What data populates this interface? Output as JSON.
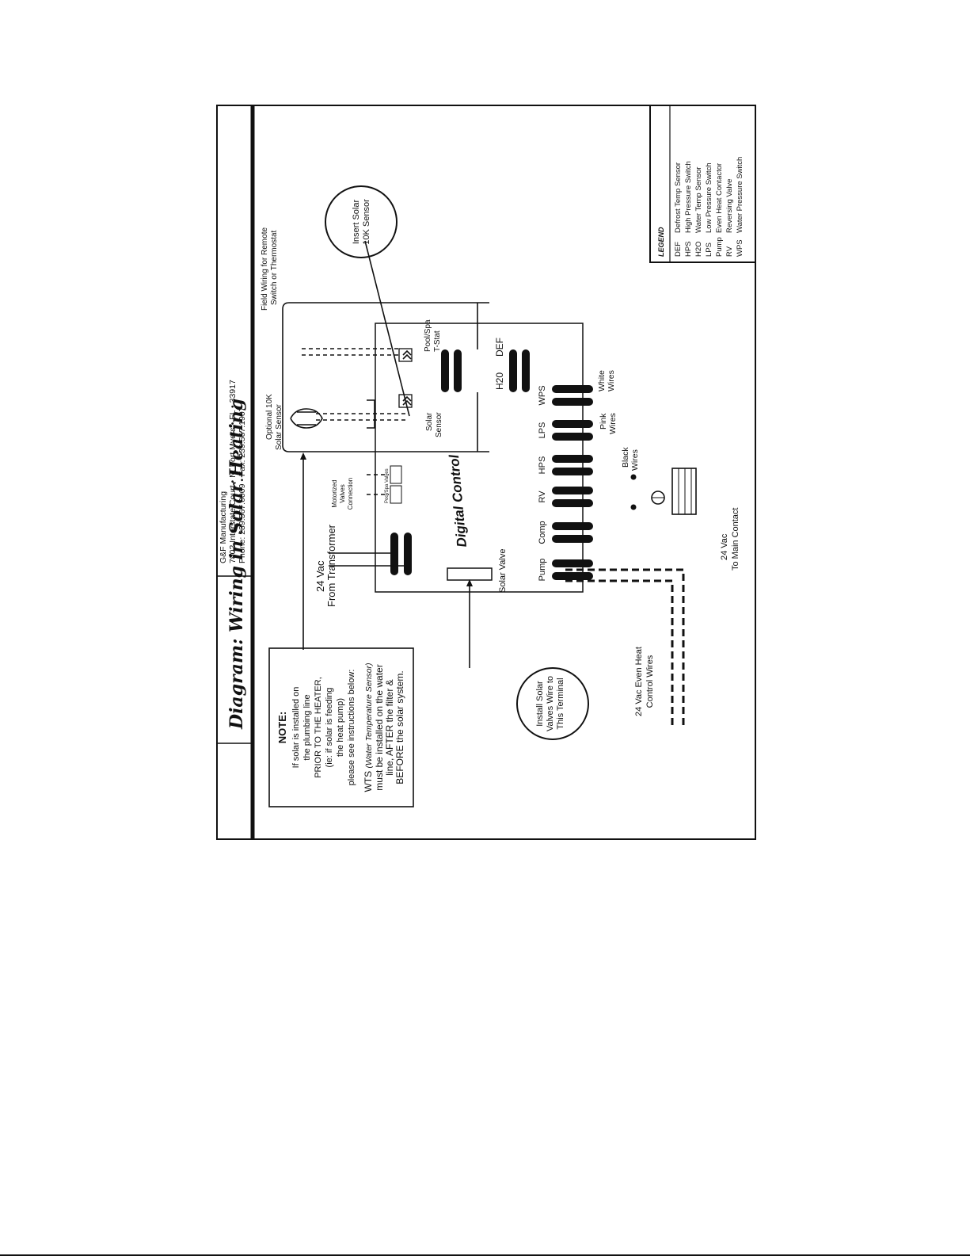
{
  "title": "Diagram: Wiring in Solar Heating",
  "company": {
    "name": "G&F Manufacturing",
    "address": "7902 Interstate Court • N. Fort Myers • FL • 33917",
    "phone": "Phone: 239.567.0009 • Fax: 239.567.1907"
  },
  "note": {
    "heading": "NOTE:",
    "lines": [
      "If solar is installed on",
      "the plumbing line",
      "PRIOR TO THE HEATER,",
      "(ie: if solar is feeding",
      "the heat pump)",
      "please see instructions below:"
    ],
    "wts_prefix": "WTS",
    "wts_italic": "(Water Temperature Sensor)",
    "wts_lines": [
      "must be installed on the water",
      "line, AFTER the filter &",
      "BEFORE the solar system."
    ]
  },
  "labels": {
    "transformer": [
      "24 Vac",
      "From Transformer"
    ],
    "motorized": [
      "Motorized",
      "Valves",
      "Connection"
    ],
    "pool_spa_valves": "Pool/Spa Valves",
    "optional_sensor": [
      "Optional 10K",
      "Solar Sensor"
    ],
    "field_wiring": [
      "Field Wiring for Remote",
      "Switch or Thermostat"
    ],
    "insert_solar": [
      "Insert Solar",
      "10K Sensor"
    ],
    "install_solar": [
      "Install Solar",
      "Valves Wire to",
      "This Terminal"
    ],
    "digital_control": "Digital Control",
    "solar_sensor": [
      "Solar",
      "Sensor"
    ],
    "pool_spa_tstat": [
      "Pool/Spa",
      "T-Stat"
    ],
    "solar_valve": "Solar Valve",
    "h2o": "H20",
    "def": "DEF",
    "terminals": [
      "Pump",
      "Comp",
      "RV",
      "HPS",
      "LPS",
      "WPS"
    ],
    "white_wires": [
      "White",
      "Wires"
    ],
    "pink_wires": [
      "Pink",
      "Wires"
    ],
    "black_wires": [
      "Black",
      "Wires"
    ],
    "even_heat": [
      "24 Vac Even Heat",
      "Control Wires"
    ],
    "main_contact": [
      "24 Vac",
      "To Main Contact"
    ]
  },
  "legend": {
    "title": "LEGEND",
    "items": [
      {
        "abbr": "DEF",
        "desc": "Defrost Temp Sensor"
      },
      {
        "abbr": "HPS",
        "desc": "High Pressure Switch"
      },
      {
        "abbr": "H2O",
        "desc": "Water Temp Sensor"
      },
      {
        "abbr": "LPS",
        "desc": "Low Pressure Switch"
      },
      {
        "abbr": "Pump",
        "desc": "Even Heat Contactor"
      },
      {
        "abbr": "RV",
        "desc": "Reversing Valve"
      },
      {
        "abbr": "WPS",
        "desc": "Water Pressure Switch"
      }
    ]
  }
}
